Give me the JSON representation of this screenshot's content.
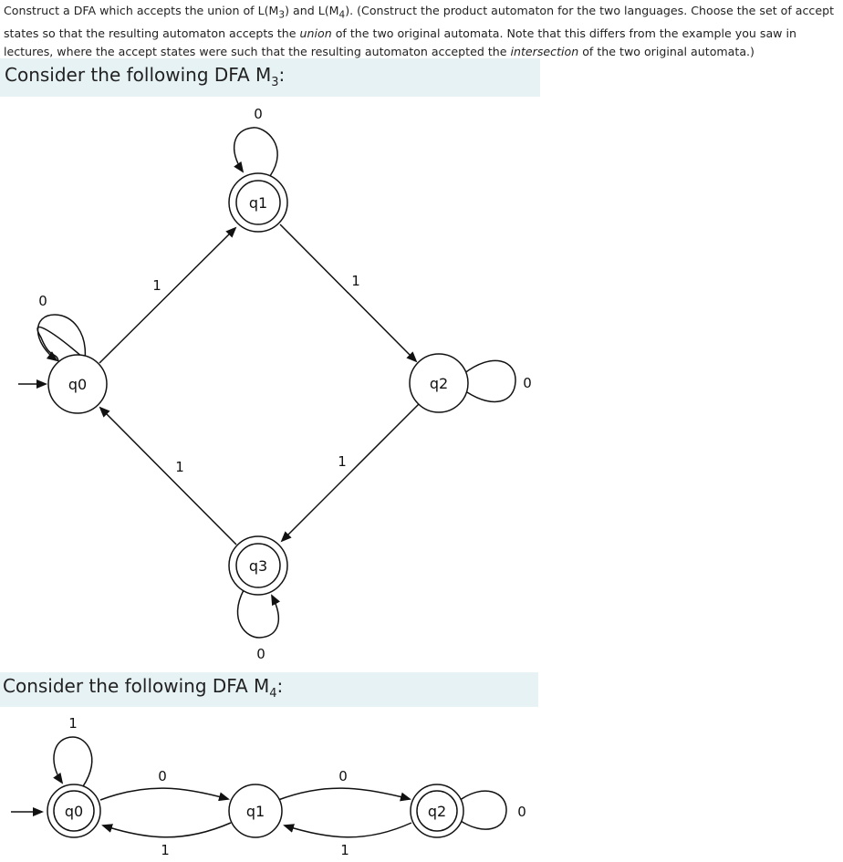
{
  "question": {
    "line1": "Construct a DFA which accepts the union of L(M",
    "m3_sub": "3",
    "mid1": ") and L(M",
    "m4_sub": "4",
    "mid2": "). (Construct the product automaton for the two languages. Choose the set of accept states so that the resulting automaton accepts the ",
    "union_word": "union",
    "mid3": " of the two original automata. Note that this differs from the example you saw in lectures, where the accept states were such that the resulting automaton accepted the ",
    "intersection_word": "intersection",
    "tail": " of the two original automata.)"
  },
  "m3": {
    "heading_text": "Consider the following DFA M",
    "heading_sub": "3",
    "heading_colon": ":",
    "states": [
      "q0",
      "q1",
      "q2",
      "q3"
    ],
    "accept_states": [
      "q1",
      "q3"
    ],
    "start_state": "q0",
    "transitions": [
      {
        "from": "q0",
        "symbol": "0",
        "to": "q0"
      },
      {
        "from": "q0",
        "symbol": "1",
        "to": "q1"
      },
      {
        "from": "q1",
        "symbol": "0",
        "to": "q1"
      },
      {
        "from": "q1",
        "symbol": "1",
        "to": "q2"
      },
      {
        "from": "q2",
        "symbol": "0",
        "to": "q2"
      },
      {
        "from": "q2",
        "symbol": "1",
        "to": "q3"
      },
      {
        "from": "q3",
        "symbol": "0",
        "to": "q3"
      },
      {
        "from": "q3",
        "symbol": "1",
        "to": "q0"
      }
    ]
  },
  "m4": {
    "heading_text": "Consider the following DFA M",
    "heading_sub": "4",
    "heading_colon": ":",
    "states": [
      "q0",
      "q1",
      "q2"
    ],
    "accept_states": [
      "q0",
      "q2"
    ],
    "start_state": "q0",
    "transitions": [
      {
        "from": "q0",
        "symbol": "1",
        "to": "q0"
      },
      {
        "from": "q0",
        "symbol": "0",
        "to": "q1"
      },
      {
        "from": "q1",
        "symbol": "1",
        "to": "q0"
      },
      {
        "from": "q1",
        "symbol": "0",
        "to": "q2"
      },
      {
        "from": "q2",
        "symbol": "1",
        "to": "q1"
      },
      {
        "from": "q2",
        "symbol": "0",
        "to": "q2"
      }
    ]
  }
}
